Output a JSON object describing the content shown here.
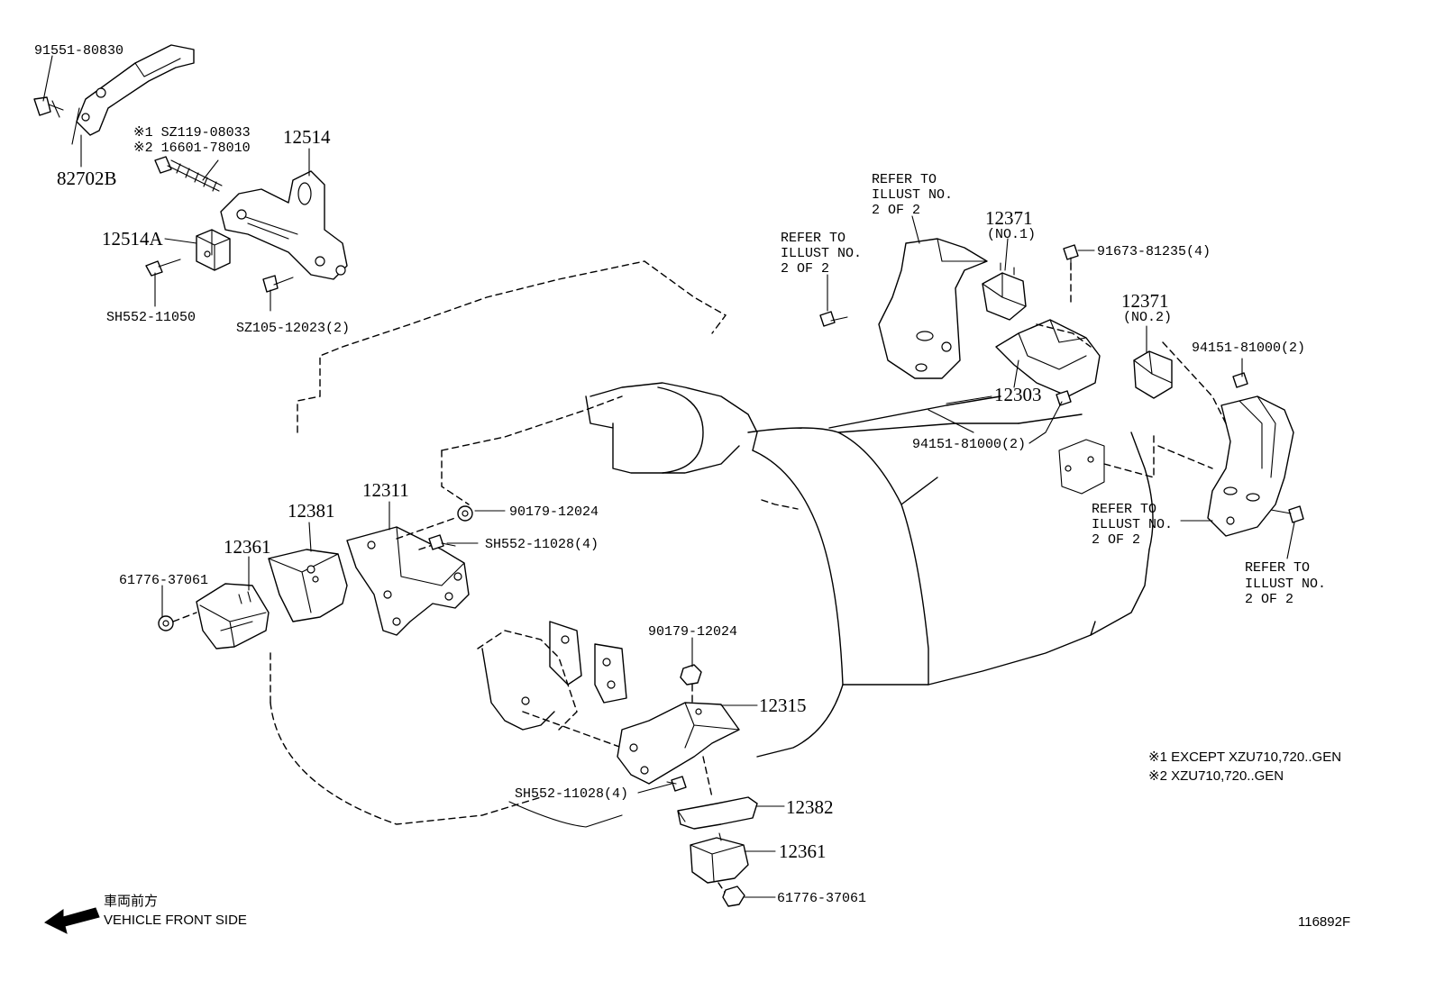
{
  "labels": {
    "p91551_80830": "91551-80830",
    "p82702B": "82702B",
    "note1_bolt": "※1 SZ119-08033",
    "note2_bolt": "※2 16601-78010",
    "p12514": "12514",
    "p12514A": "12514A",
    "sh552_11050": "SH552-11050",
    "sz105_12023": "SZ105-12023(2)",
    "refer_a1": "REFER TO",
    "refer_a2": "ILLUST NO.",
    "refer_a3": "2 OF 2",
    "refer_b1": "REFER TO",
    "refer_b2": "ILLUST NO.",
    "refer_b3": "2 OF 2",
    "refer_c1": "REFER TO",
    "refer_c2": "ILLUST NO.",
    "refer_c3": "2 OF 2",
    "refer_d1": "REFER TO",
    "refer_d2": "ILLUST NO.",
    "refer_d3": "2 OF 2",
    "p12371_no1": "12371",
    "no1": "(NO.1)",
    "p12371_no2": "12371",
    "no2": "(NO.2)",
    "p91673": "91673-81235(4)",
    "p94151_a": "94151-81000(2)",
    "p94151_b": "94151-81000(2)",
    "p12303": "12303",
    "p12381": "12381",
    "p12311": "12311",
    "p12361_left": "12361",
    "p90179_upper": "90179-12024",
    "sh552_11028_upper": "SH552-11028(4)",
    "p61776_left": "61776-37061",
    "p90179_lower": "90179-12024",
    "p12315": "12315",
    "sh552_11028_lower": "SH552-11028(4)",
    "p12382": "12382",
    "p12361_lower": "12361",
    "p61776_lower": "61776-37061",
    "footnote1": "※1 EXCEPT XZU710,720..GEN",
    "footnote2": "※2 XZU710,720..GEN",
    "front_jp": "車両前方",
    "front_en": "VEHICLE FRONT SIDE",
    "diagram_id": "116892F"
  }
}
